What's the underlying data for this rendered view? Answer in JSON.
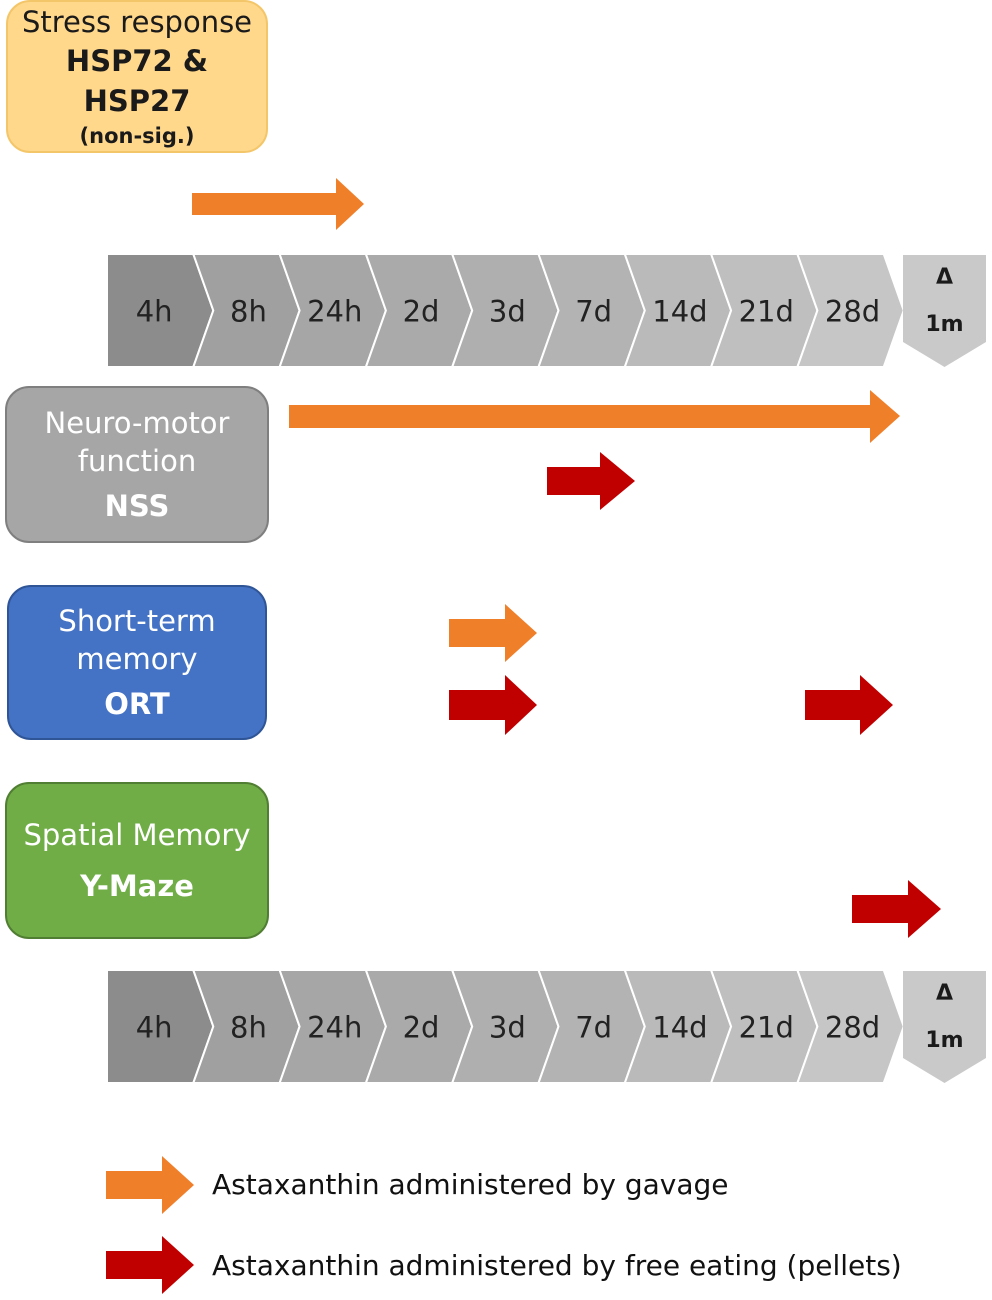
{
  "boxes": {
    "stress": {
      "line1": "Stress response",
      "line2": "HSP72 & HSP27",
      "line3": "(non-sig.)"
    },
    "neuro": {
      "line1": "Neuro-motor",
      "line2": "function",
      "line3": "NSS"
    },
    "short": {
      "line1": "Short-term",
      "line2": "memory",
      "line3": "ORT"
    },
    "spatial": {
      "line1": "Spatial Memory",
      "line2": "Y-Maze"
    }
  },
  "timeline": {
    "labels": [
      "4h",
      "8h",
      "24h",
      "2d",
      "3d",
      "7d",
      "14d",
      "21d",
      "28d"
    ],
    "final_delta": "Δ",
    "final_label": "1m"
  },
  "legend": {
    "gavage": "Astaxanthin administered by gavage",
    "free_eating": "Astaxanthin administered by free eating (pellets)"
  },
  "colors": {
    "gavage": "#f07f2a",
    "free_eating": "#c00000",
    "stress_box": "#ffd88c",
    "neuro_box": "#a6a6a6",
    "short_box": "#4472c4",
    "spatial_box": "#70ad47"
  }
}
